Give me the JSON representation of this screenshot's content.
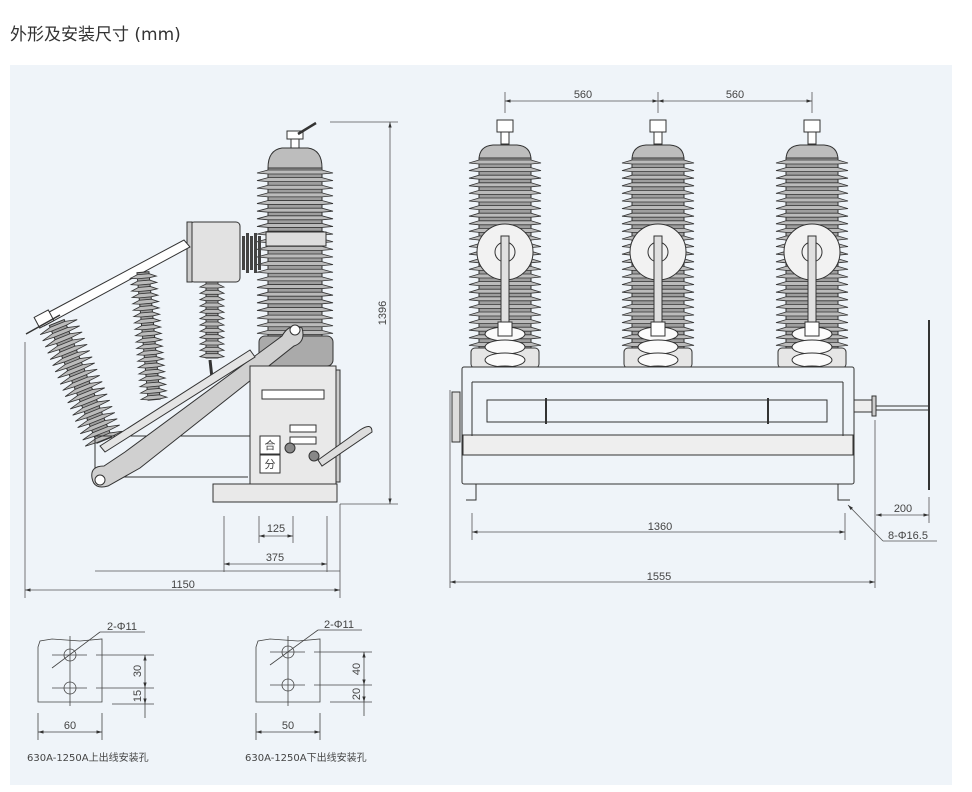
{
  "header": {
    "title": "外形及安装尺寸 (mm)"
  },
  "side_view": {
    "height_dim": "1396",
    "base_dims": {
      "inner": "125",
      "mid": "375",
      "overall": "1150"
    },
    "panel_labels": {
      "close": "合",
      "open": "分"
    }
  },
  "front_view": {
    "pole_spacing": [
      "560",
      "560"
    ],
    "mount_spacing": "1360",
    "overall_width": "1555",
    "shaft_extension": "200",
    "mount_holes": "8-Φ16.5"
  },
  "hole_details": [
    {
      "hole_label": "2-Φ11",
      "width": "60",
      "upper": "30",
      "lower": "15",
      "caption": "630A-1250A上出线安装孔"
    },
    {
      "hole_label": "2-Φ11",
      "width": "50",
      "upper": "40",
      "lower": "20",
      "caption": "630A-1250A下出线安装孔"
    }
  ],
  "colors": {
    "panel_bg": "#eff4f9",
    "line": "#333333",
    "fill_dark": "#9a9a9a",
    "fill_light": "#d8d8d8"
  }
}
